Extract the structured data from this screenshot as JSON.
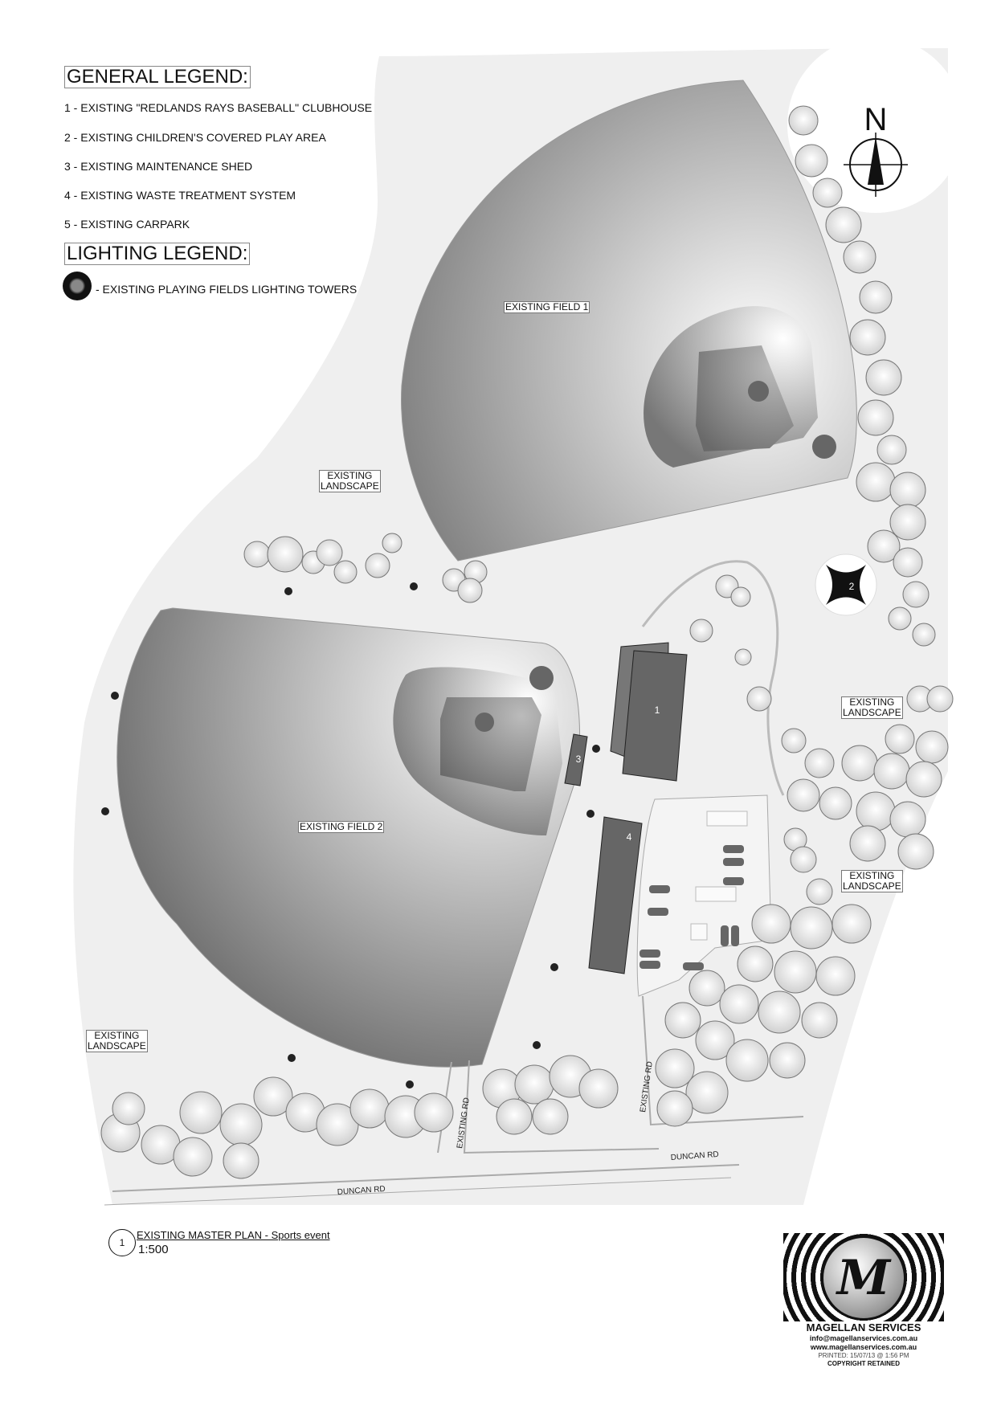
{
  "general_legend": {
    "title": "GENERAL LEGEND:",
    "items": [
      "1 - EXISTING \"REDLANDS RAYS BASEBALL\" CLUBHOUSE",
      "2 - EXISTING CHILDREN'S COVERED PLAY AREA",
      "3 - EXISTING MAINTENANCE SHED",
      "4 - EXISTING WASTE TREATMENT SYSTEM",
      "5 - EXISTING CARPARK"
    ]
  },
  "lighting_legend": {
    "title": "LIGHTING LEGEND:",
    "item": "- EXISTING PLAYING FIELDS LIGHTING TOWERS"
  },
  "north_label": "N",
  "map_labels": {
    "field1": "EXISTING FIELD 1",
    "field2": "EXISTING FIELD 2",
    "landscape": "EXISTING LANDSCAPE",
    "landscape_line1": "EXISTING",
    "landscape_line2": "LANDSCAPE",
    "existing_rd": "EXISTING RD",
    "duncan_rd": "DUNCAN RD",
    "building_1": "1",
    "building_2": "2",
    "building_3": "3",
    "building_4": "4"
  },
  "title_block": {
    "number": "1",
    "title": "EXISTING MASTER PLAN - Sports event",
    "scale": "1:500"
  },
  "logo": {
    "letter": "M",
    "company": "MAGELLAN SERVICES",
    "email": "info@magellanservices.com.au",
    "website": "www.magellanservices.com.au",
    "printed": "PRINTED: 15/07/13 @ 1:56 PM",
    "copyright": "COPYRIGHT RETAINED"
  }
}
